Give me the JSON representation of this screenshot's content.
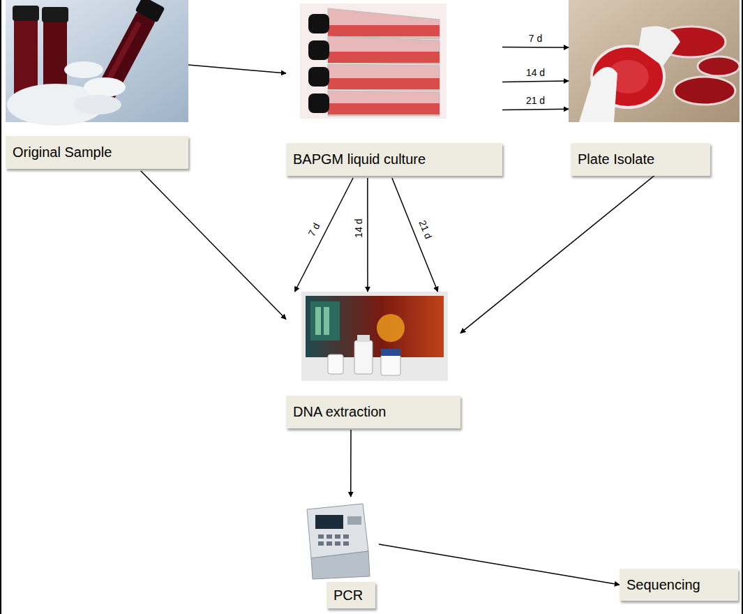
{
  "diagram": {
    "nodes": [
      {
        "text": [
          "Original Sample"
        ]
      },
      {
        "text": [
          "BAPGM liquid culture"
        ]
      },
      {
        "text": [
          "Plate Isolate"
        ]
      },
      {
        "text": [
          "DNA extraction"
        ]
      },
      {
        "text": [
          "PCR"
        ]
      },
      {
        "text": [
          "Sequencing"
        ]
      }
    ],
    "edges": [
      {
        "from": 0,
        "to": 1,
        "arrow": "to"
      },
      {
        "from": 1,
        "to": 2,
        "label": "7 d",
        "arrow": "to"
      },
      {
        "from": 1,
        "to": 2,
        "label": "14 d",
        "arrow": "to"
      },
      {
        "from": 1,
        "to": 2,
        "label": "21 d",
        "arrow": "to"
      },
      {
        "from": 1,
        "to": 3,
        "label": "7 d",
        "arrow": "to"
      },
      {
        "from": 1,
        "to": 3,
        "label": "14 d",
        "arrow": "to"
      },
      {
        "from": 1,
        "to": 3,
        "label": "21 d",
        "arrow": "to"
      },
      {
        "from": 0,
        "to": 3,
        "arrow": "to"
      },
      {
        "from": 2,
        "to": 3,
        "arrow": "to"
      },
      {
        "from": 3,
        "to": 4,
        "arrow": "to"
      },
      {
        "from": 4,
        "to": 5,
        "arrow": "to"
      }
    ]
  }
}
